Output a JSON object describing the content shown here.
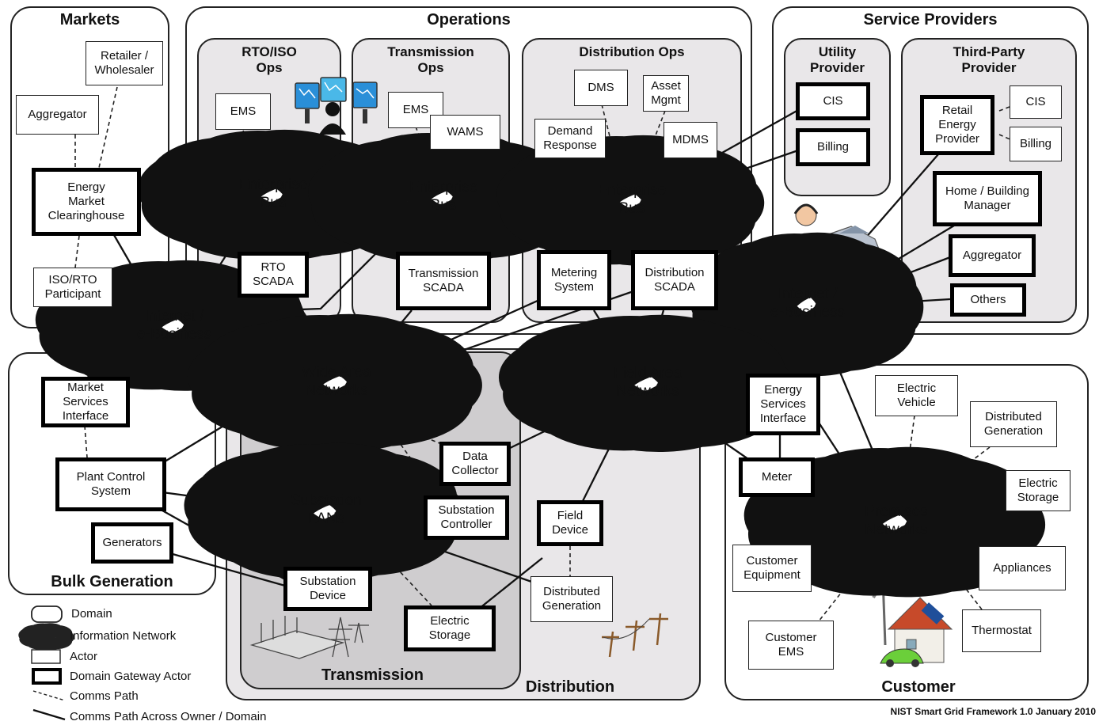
{
  "domains": {
    "markets": "Markets",
    "operations": "Operations",
    "service_providers": "Service Providers",
    "bulk_generation": "Bulk Generation",
    "transmission": "Transmission",
    "distribution": "Distribution",
    "customer": "Customer"
  },
  "subdomains": {
    "rto_iso_ops": "RTO/ISO\nOps",
    "transmission_ops": "Transmission\nOps",
    "distribution_ops": "Distribution Ops",
    "utility_provider": "Utility\nProvider",
    "third_party_provider": "Third-Party\nProvider"
  },
  "networks": {
    "enterprise_bus": "Enterprise\nBus",
    "internet_ebusiness": "Internet /\ne-Business",
    "wide_area_networks": "Wide Area\nNetworks",
    "field_area_networks": "Field Area\nNetworks",
    "substation_lans": "Substation\nLANs",
    "premises_networks": "Premises\nNetworks"
  },
  "actors": {
    "retailer_wholesaler": "Retailer /\nWholesaler",
    "aggregator": "Aggregator",
    "iso_rto_participant": "ISO/RTO\nParticipant",
    "ems": "EMS",
    "wams": "WAMS",
    "dms": "DMS",
    "asset_mgmt": "Asset\nMgmt",
    "demand_response": "Demand\nResponse",
    "mdms": "MDMS",
    "cis": "CIS",
    "billing": "Billing",
    "electric_vehicle": "Electric\nVehicle",
    "distributed_generation": "Distributed\nGeneration",
    "electric_storage_customer": "Electric\nStorage",
    "customer_equipment": "Customer\nEquipment",
    "appliances": "Appliances",
    "customer_ems": "Customer\nEMS",
    "thermostat": "Thermostat"
  },
  "gateways": {
    "energy_market_clearinghouse": "Energy\nMarket\nClearinghouse",
    "rto_scada": "RTO\nSCADA",
    "transmission_scada": "Transmission\nSCADA",
    "metering_system": "Metering\nSystem",
    "distribution_scada": "Distribution\nSCADA",
    "cis": "CIS",
    "billing": "Billing",
    "retail_energy_provider": "Retail\nEnergy\nProvider",
    "home_building_manager": "Home / Building\nManager",
    "aggregator": "Aggregator",
    "others": "Others",
    "market_services_interface": "Market\nServices\nInterface",
    "plant_control_system": "Plant Control\nSystem",
    "generators": "Generators",
    "data_collector": "Data\nCollector",
    "substation_controller": "Substation\nController",
    "substation_device": "Substation\nDevice",
    "electric_storage": "Electric\nStorage",
    "field_device": "Field\nDevice",
    "energy_services_interface": "Energy\nServices\nInterface",
    "meter": "Meter"
  },
  "legend": {
    "domain": "Domain",
    "information_network": "Information Network",
    "actor": "Actor",
    "domain_gateway_actor": "Domain Gateway Actor",
    "comms_path": "Comms Path",
    "comms_path_across": "Comms Path Across Owner / Domain"
  },
  "credit": "NIST Smart Grid Framework 1.0 January 2010"
}
